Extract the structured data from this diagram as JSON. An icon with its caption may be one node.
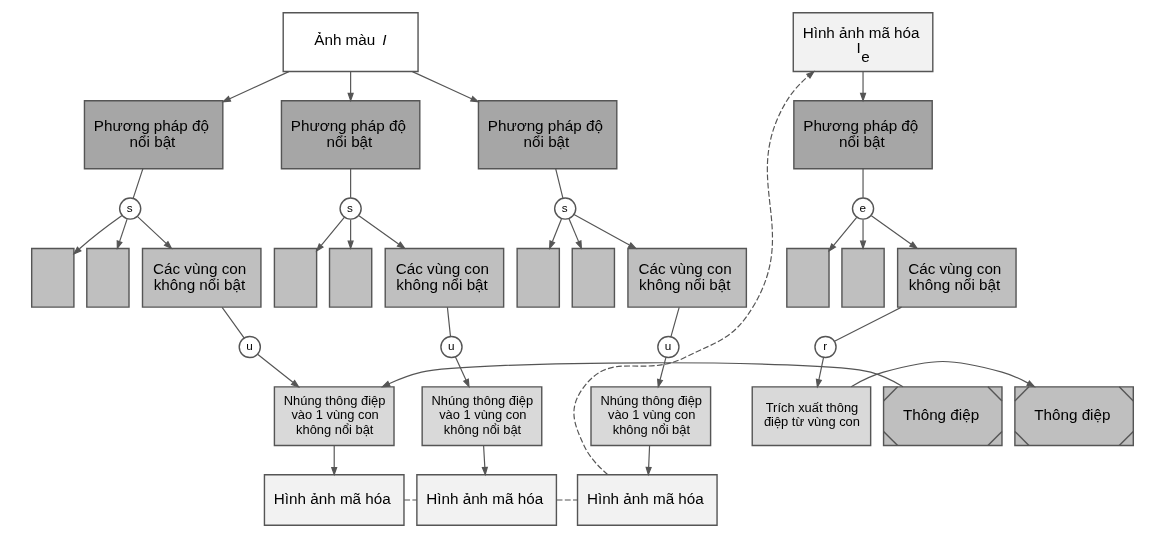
{
  "diagram": {
    "nodes": [
      {
        "text": [
          "Ảnh màu *I*"
        ]
      },
      {
        "text": [
          "Phương pháp độ nổi bật"
        ]
      },
      {
        "text": [
          "Phương pháp độ nổi bật"
        ]
      },
      {
        "text": [
          "Phương pháp độ nổi bật"
        ]
      },
      {
        "text": [
          "s"
        ]
      },
      {
        "text": [
          "s"
        ]
      },
      {
        "text": [
          "s"
        ]
      },
      {
        "text": [],
        "shape": "box"
      },
      {
        "text": [],
        "shape": "box"
      },
      {
        "text": [
          "Các vùng con không nổi bật"
        ]
      },
      {
        "text": [],
        "shape": "box"
      },
      {
        "text": [],
        "shape": "box"
      },
      {
        "text": [
          "Các vùng con không nổi bật"
        ]
      },
      {
        "text": [],
        "shape": "box"
      },
      {
        "text": [],
        "shape": "box"
      },
      {
        "text": [
          "Các vùng con không nổi bật"
        ]
      },
      {
        "text": [
          "u"
        ]
      },
      {
        "text": [
          "u"
        ]
      },
      {
        "text": [
          "u"
        ]
      },
      {
        "text": [
          "Thông điệp"
        ]
      },
      {
        "text": [
          "Nhúng thông điệp vào 1 vùng con không nổi bật"
        ]
      },
      {
        "text": [
          "Nhúng thông điệp vào 1 vùng con không nổi bật"
        ]
      },
      {
        "text": [
          "Nhúng thông điệp vào 1 vùng con không nổi bật"
        ]
      },
      {
        "text": [
          "Hình ảnh mã hóa"
        ]
      },
      {
        "text": [
          "Hình ảnh mã hóa"
        ]
      },
      {
        "text": [
          "Hình ảnh mã hóa"
        ]
      },
      {
        "text": [
          "Hình ảnh mã hóa I$_{e}$"
        ]
      },
      {
        "text": [
          "Phương pháp độ nổi bật"
        ]
      },
      {
        "text": [
          "e"
        ]
      },
      {
        "text": [],
        "shape": "box"
      },
      {
        "text": [],
        "shape": "box"
      },
      {
        "text": [
          "Các vùng con không nổi bật"
        ]
      },
      {
        "text": [
          "r"
        ]
      },
      {
        "text": [
          "Trích xuất thông điệp từ vùng con"
        ]
      },
      {
        "text": [
          "Thông điệp"
        ]
      }
    ],
    "edges": [
      {
        "from": 0,
        "to": 1,
        "arrow": "to"
      },
      {
        "from": 0,
        "to": 2,
        "arrow": "to"
      },
      {
        "from": 0,
        "to": 3,
        "arrow": "to"
      },
      {
        "from": 1,
        "to": 4,
        "arrow": "none"
      },
      {
        "from": 2,
        "to": 5,
        "arrow": "none"
      },
      {
        "from": 3,
        "to": 6,
        "arrow": "none"
      },
      {
        "from": 4,
        "to": 7,
        "arrow": "to"
      },
      {
        "from": 4,
        "to": 8,
        "arrow": "to"
      },
      {
        "from": 4,
        "to": 9,
        "arrow": "to"
      },
      {
        "from": 5,
        "to": 10,
        "arrow": "to"
      },
      {
        "from": 5,
        "to": 11,
        "arrow": "to"
      },
      {
        "from": 5,
        "to": 12,
        "arrow": "to"
      },
      {
        "from": 6,
        "to": 13,
        "arrow": "to"
      },
      {
        "from": 6,
        "to": 14,
        "arrow": "to"
      },
      {
        "from": 6,
        "to": 15,
        "arrow": "to"
      },
      {
        "from": 9,
        "to": 16,
        "arrow": "none"
      },
      {
        "from": 12,
        "to": 17,
        "arrow": "none"
      },
      {
        "from": 15,
        "to": 18,
        "arrow": "none"
      },
      {
        "from": 16,
        "to": 20,
        "arrow": "to"
      },
      {
        "from": 17,
        "to": 21,
        "arrow": "to"
      },
      {
        "from": 18,
        "to": 22,
        "arrow": "to"
      },
      {
        "from": 19,
        "to": 20,
        "arrow": "to"
      },
      {
        "from": 20,
        "to": 23,
        "arrow": "to"
      },
      {
        "from": 21,
        "to": 24,
        "arrow": "to"
      },
      {
        "from": 22,
        "to": 25,
        "arrow": "to"
      },
      {
        "from": 23,
        "to": 24,
        "arrow": "none",
        "style": "dashed"
      },
      {
        "from": 24,
        "to": 25,
        "arrow": "none",
        "style": "dashed"
      },
      {
        "from": 25,
        "to": 26,
        "arrow": "to",
        "style": "dashed"
      },
      {
        "from": 26,
        "to": 27,
        "arrow": "to"
      },
      {
        "from": 27,
        "to": 28,
        "arrow": "none"
      },
      {
        "from": 28,
        "to": 29,
        "arrow": "to"
      },
      {
        "from": 28,
        "to": 30,
        "arrow": "to"
      },
      {
        "from": 28,
        "to": 31,
        "arrow": "to"
      },
      {
        "from": 31,
        "to": 32,
        "arrow": "none"
      },
      {
        "from": 32,
        "to": 33,
        "arrow": "to"
      },
      {
        "from": 33,
        "to": 34,
        "arrow": "to"
      }
    ]
  }
}
